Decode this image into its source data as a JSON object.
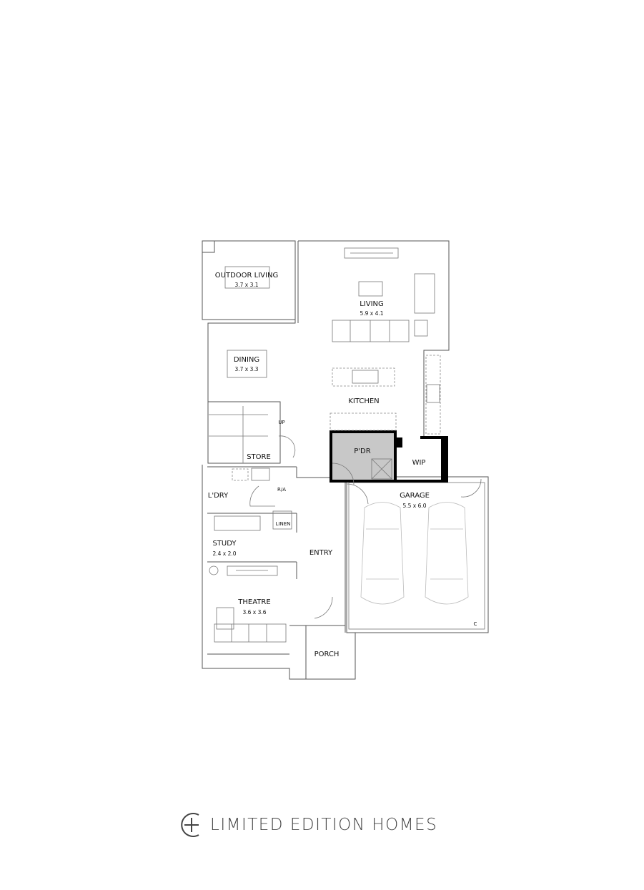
{
  "rooms": {
    "outdoor_living": {
      "name": "OUTDOOR LIVING",
      "size": "3.7 x 3.1"
    },
    "living": {
      "name": "LIVING",
      "size": "5.9 x 4.1"
    },
    "dining": {
      "name": "DINING",
      "size": "3.7 x 3.3"
    },
    "kitchen": {
      "name": "KITCHEN"
    },
    "store": {
      "name": "STORE"
    },
    "pdr": {
      "name": "P'DR"
    },
    "wip": {
      "name": "WIP"
    },
    "ldry": {
      "name": "L'DRY"
    },
    "ra": {
      "name": "R/A"
    },
    "linen": {
      "name": "LINEN"
    },
    "garage": {
      "name": "GARAGE",
      "size": "5.5 x 6.0"
    },
    "study": {
      "name": "STUDY",
      "size": "2.4 x 2.0"
    },
    "entry": {
      "name": "ENTRY"
    },
    "theatre": {
      "name": "THEATRE",
      "size": "3.6 x 3.6"
    },
    "porch": {
      "name": "PORCH"
    }
  },
  "stair_label": "UP",
  "garage_mark": "C",
  "highlight_color": "#c8c8c8",
  "brand": {
    "name": "LIMITED EDITION HOMES",
    "color": "#444444"
  }
}
